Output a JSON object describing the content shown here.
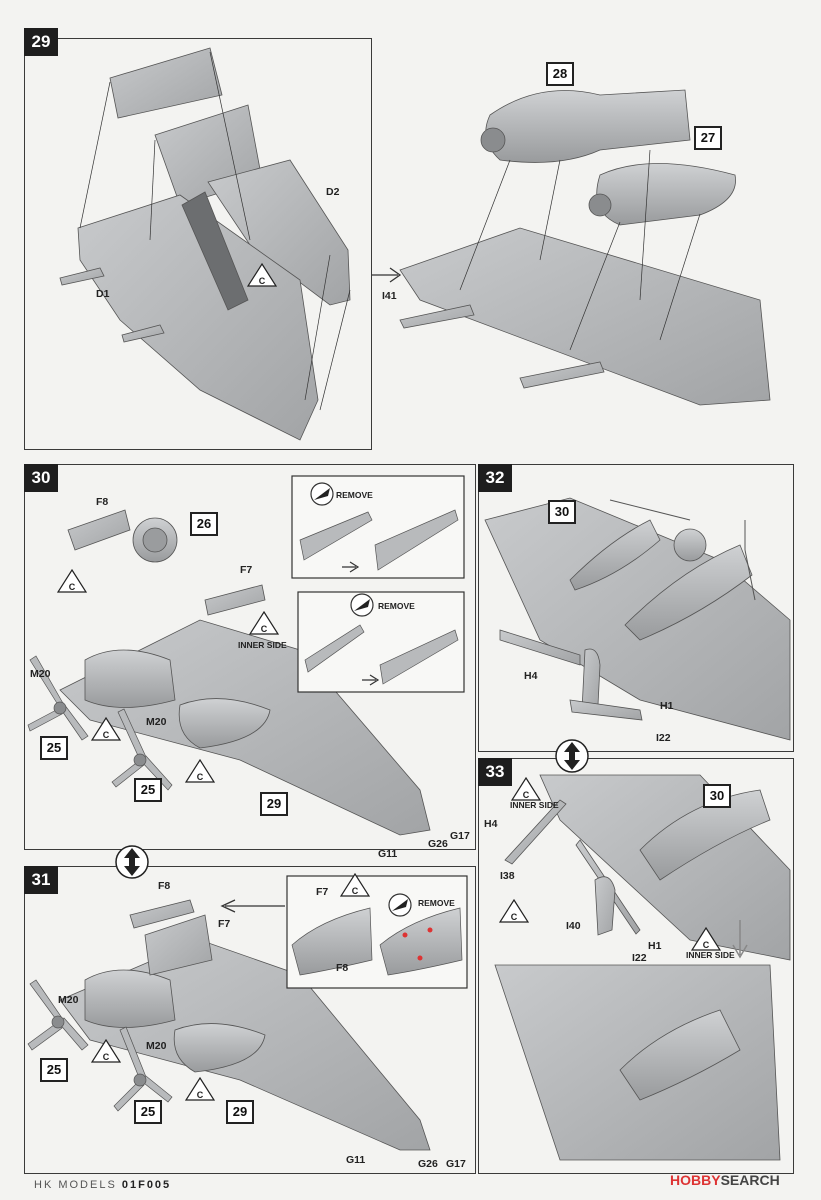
{
  "steps": {
    "s29": "29",
    "s30": "30",
    "s31": "31",
    "s32": "32",
    "s33": "33"
  },
  "refs": {
    "r28": "28",
    "r27": "27",
    "r26": "26",
    "r30a": "30",
    "r30b": "30",
    "r25a": "25",
    "r25b": "25",
    "r25c": "25",
    "r25d": "25",
    "r29a": "29",
    "r29b": "29"
  },
  "labels": {
    "D2": "D2",
    "D1": "D1",
    "I41": "I41",
    "F8a": "F8",
    "F7a": "F7",
    "M20a": "M20",
    "M20b": "M20",
    "G11a": "G11",
    "G26a": "G26",
    "G17a": "G17",
    "F8b": "F8",
    "F7b": "F7",
    "M20c": "M20",
    "M20d": "M20",
    "G11b": "G11",
    "G26b": "G26",
    "G17b": "G17",
    "F7c": "F7",
    "F8c": "F8",
    "H4a": "H4",
    "H1a": "H1",
    "I22a": "I22",
    "H4b": "H4",
    "I38": "I38",
    "I40": "I40",
    "H1b": "H1",
    "I22b": "I22",
    "remove1": "REMOVE",
    "remove2": "REMOVE",
    "remove3": "REMOVE",
    "inner1": "INNER SIDE",
    "inner2": "INNER SIDE",
    "inner3": "INNER SIDE",
    "c": "C"
  },
  "footer": {
    "brand": "HK MODELS",
    "code": "01F005",
    "watermark_a": "HOBBY",
    "watermark_b": "SEARCH"
  },
  "colors": {
    "part": "#b4b6b8",
    "part_dark": "#8e9092",
    "line": "#333333"
  }
}
